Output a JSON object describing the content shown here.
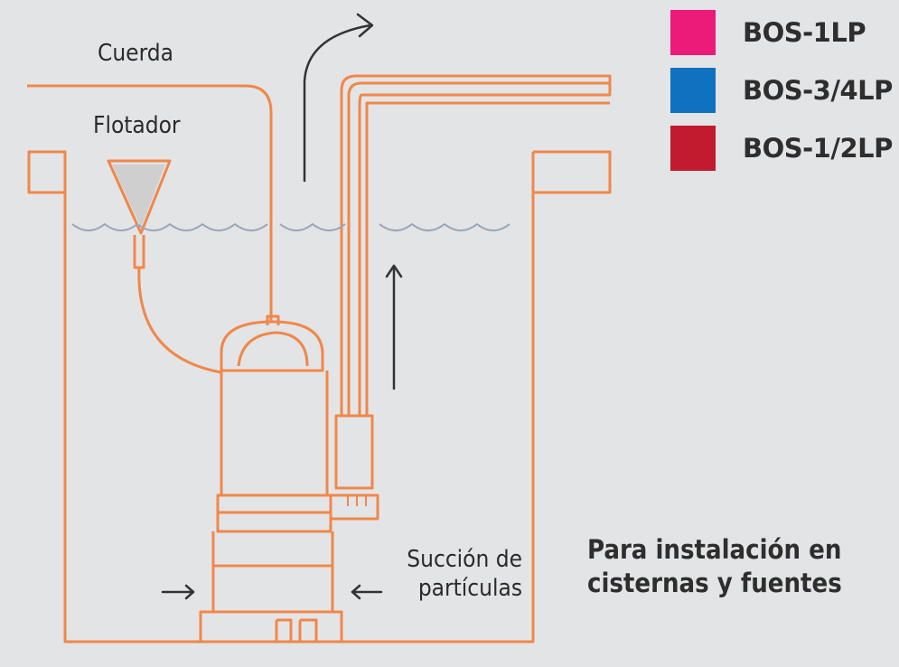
{
  "labels": {
    "cuerda": "Cuerda",
    "flotador": "Flotador",
    "succion_line1": "Succión de",
    "succion_line2": "partículas",
    "note_line1": "Para instalación en",
    "note_line2": "cisternas y fuentes"
  },
  "legend": [
    {
      "label": "BOS-1LP",
      "color": "#ec1a78"
    },
    {
      "label": "BOS-3/4LP",
      "color": "#0f71bf"
    },
    {
      "label": "BOS-1/2LP",
      "color": "#c21a2e"
    }
  ],
  "colors": {
    "outline": "#f0874a",
    "water": "#9aa6b6",
    "arrow": "#333333",
    "background": "#e3e4e6"
  }
}
